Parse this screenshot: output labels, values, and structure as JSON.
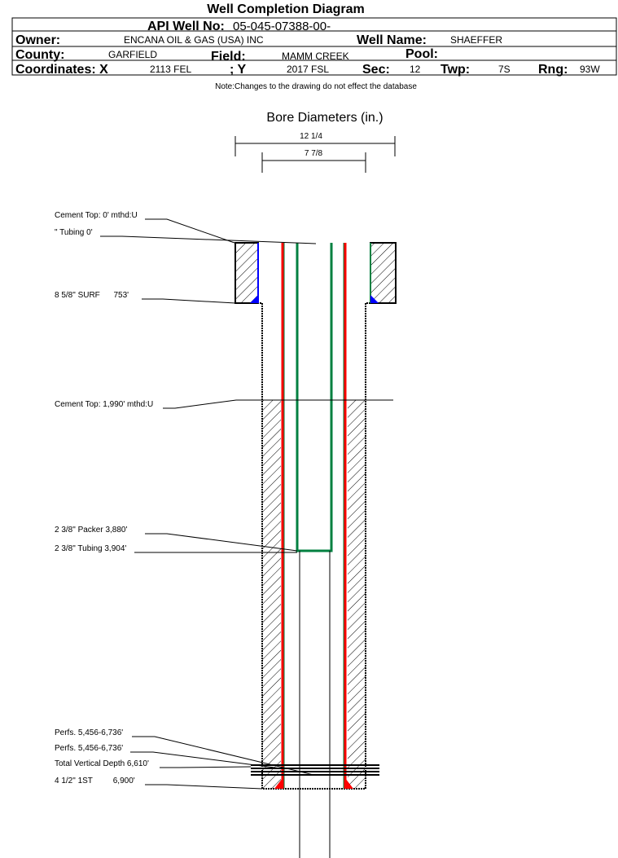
{
  "title": "Well Completion Diagram",
  "header": {
    "api_label": "API Well No:",
    "api_value": "05-045-07388-00-",
    "owner_label": "Owner:",
    "owner_value": "ENCANA OIL & GAS (USA) INC",
    "well_name_label": "Well Name:",
    "well_name_value": "SHAEFFER",
    "county_label": "County:",
    "county_value": "GARFIELD",
    "field_label": "Field:",
    "field_value": "MAMM CREEK",
    "pool_label": "Pool:",
    "coord_x_label": "Coordinates: X",
    "coord_x_value": "2113 FEL",
    "coord_y_label": "; Y",
    "coord_y_value": "2017 FSL",
    "sec_label": "Sec:",
    "sec_value": "12",
    "twp_label": "Twp:",
    "twp_value": "7S",
    "rng_label": "Rng:",
    "rng_value": "93W"
  },
  "note": "Note:Changes to the drawing do not effect the database",
  "bore": {
    "title": "Bore Diameters (in.)",
    "outer": "12 1/4",
    "inner": "7 7/8"
  },
  "labels": {
    "cement_top_1": "Cement Top: 0' mthd:U",
    "tubing_0": "\" Tubing 0'",
    "surf": "8 5/8\" SURF      753'",
    "cement_top_2": "Cement Top: 1,990' mthd:U",
    "packer": "2 3/8\" Packer 3,880'",
    "tubing": "2 3/8\" Tubing 3,904'",
    "perfs_1": "Perfs. 5,456-6,736'",
    "perfs_2": "Perfs. 5,456-6,736'",
    "tvd": "Total Vertical Depth 6,610'",
    "prod": "4 1/2\" 1ST         6,900'"
  },
  "colors": {
    "production_casing": "#ff0000",
    "tubing": "#008040",
    "surface_casing": "#0000ff"
  }
}
